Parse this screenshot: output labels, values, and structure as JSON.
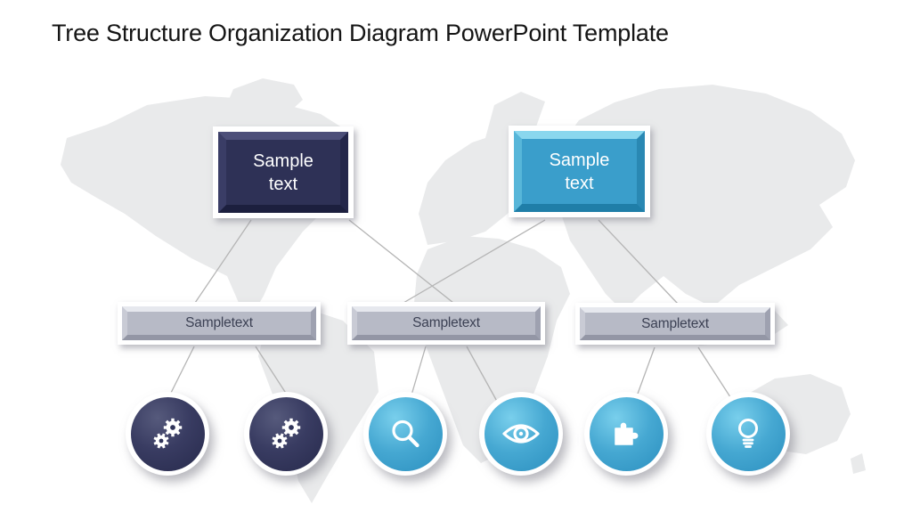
{
  "slide": {
    "title": "Tree Structure Organization Diagram PowerPoint Template"
  },
  "background": {
    "type": "world-map-silhouette",
    "color": "#e9eaeb"
  },
  "connector_color": "#b5b5b5",
  "diagram": {
    "level1": [
      {
        "name": "root-1",
        "label": "Sample text",
        "fill": "#2e3156",
        "text_color": "#ffffff"
      },
      {
        "name": "root-2",
        "label": "Sample text",
        "fill": "#3a9ecb",
        "text_color": "#ffffff"
      }
    ],
    "level2": [
      {
        "name": "branch-1",
        "label": "Sample text",
        "fill": "#b7bac6",
        "text_color": "#3c4154"
      },
      {
        "name": "branch-2",
        "label": "Sample text",
        "fill": "#b7bac6",
        "text_color": "#3c4154"
      },
      {
        "name": "branch-3",
        "label": "Sample text",
        "fill": "#b7bac6",
        "text_color": "#3c4154"
      }
    ],
    "level3": [
      {
        "name": "leaf-1",
        "icon": "gears-icon",
        "fill": "#31345a"
      },
      {
        "name": "leaf-2",
        "icon": "gears-icon",
        "fill": "#31345a"
      },
      {
        "name": "leaf-3",
        "icon": "search-icon",
        "fill": "#3da2cf"
      },
      {
        "name": "leaf-4",
        "icon": "eye-icon",
        "fill": "#3da2cf"
      },
      {
        "name": "leaf-5",
        "icon": "puzzle-icon",
        "fill": "#3da2cf"
      },
      {
        "name": "leaf-6",
        "icon": "lightbulb-icon",
        "fill": "#3da2cf"
      }
    ],
    "edges": [
      [
        "level1.0",
        "level2.0"
      ],
      [
        "level1.0",
        "level2.1"
      ],
      [
        "level1.1",
        "level2.1"
      ],
      [
        "level1.1",
        "level2.2"
      ],
      [
        "level2.0",
        "level3.0"
      ],
      [
        "level2.0",
        "level3.1"
      ],
      [
        "level2.1",
        "level3.2"
      ],
      [
        "level2.1",
        "level3.3"
      ],
      [
        "level2.2",
        "level3.4"
      ],
      [
        "level2.2",
        "level3.5"
      ]
    ]
  }
}
